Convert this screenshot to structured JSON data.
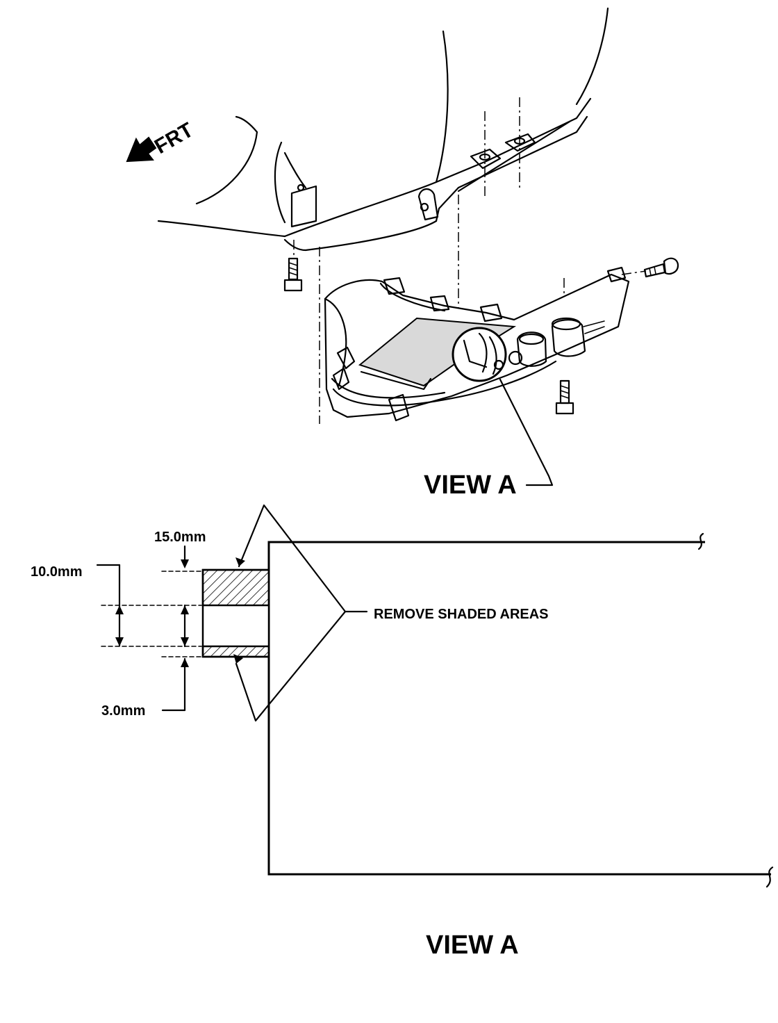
{
  "labels": {
    "frt": "FRT",
    "view_a_top": "VIEW A",
    "view_a_bottom": "VIEW A",
    "dim_15": "15.0mm",
    "dim_10": "10.0mm",
    "dim_3": "3.0mm",
    "remove_shaded": "REMOVE SHADED AREAS"
  }
}
